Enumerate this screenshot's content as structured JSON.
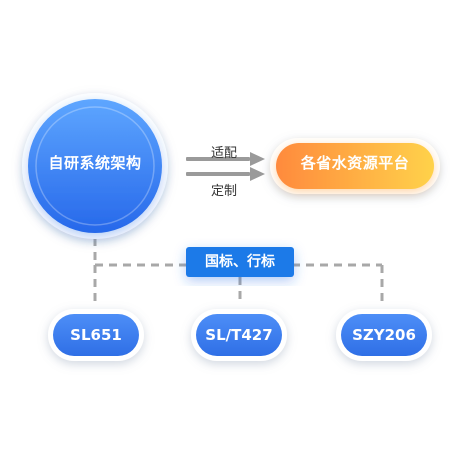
{
  "diagram": {
    "main_node": {
      "label": "自研系统架构"
    },
    "arrows": {
      "top_label": "适配",
      "bottom_label": "定制"
    },
    "platform_node": {
      "label": "各省水资源平台"
    },
    "standard_node": {
      "label": "国标、行标"
    },
    "protocols": [
      {
        "label": "SL651"
      },
      {
        "label": "SL/T427"
      },
      {
        "label": "SZY206"
      }
    ],
    "colors": {
      "main_gradient_start": "#5ea6ff",
      "main_gradient_end": "#2668ea",
      "platform_gradient_start": "#ff8a3d",
      "platform_gradient_end": "#ffd24a",
      "standard_fill": "#1f7ae8",
      "protocol_fill": "#3a7cf0",
      "connector_gray": "#a8a8a8"
    }
  }
}
